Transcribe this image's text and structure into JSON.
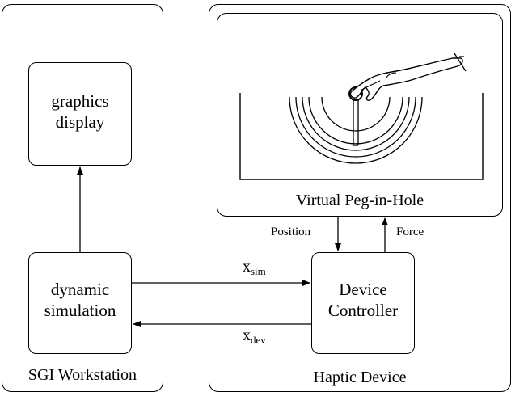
{
  "left_panel": {
    "label": "SGI Workstation"
  },
  "graphics_box": {
    "line1": "graphics",
    "line2": "display"
  },
  "simulation_box": {
    "line1": "dynamic",
    "line2": "simulation"
  },
  "right_panel": {
    "label": "Haptic Device"
  },
  "virtual_panel": {
    "label": "Virtual Peg-in-Hole"
  },
  "controller_box": {
    "line1": "Device",
    "line2": "Controller"
  },
  "signals": {
    "position": "Position",
    "force": "Force",
    "x_sim_main": "x",
    "x_sim_sub": "sim",
    "x_dev_main": "x",
    "x_dev_sub": "dev"
  }
}
